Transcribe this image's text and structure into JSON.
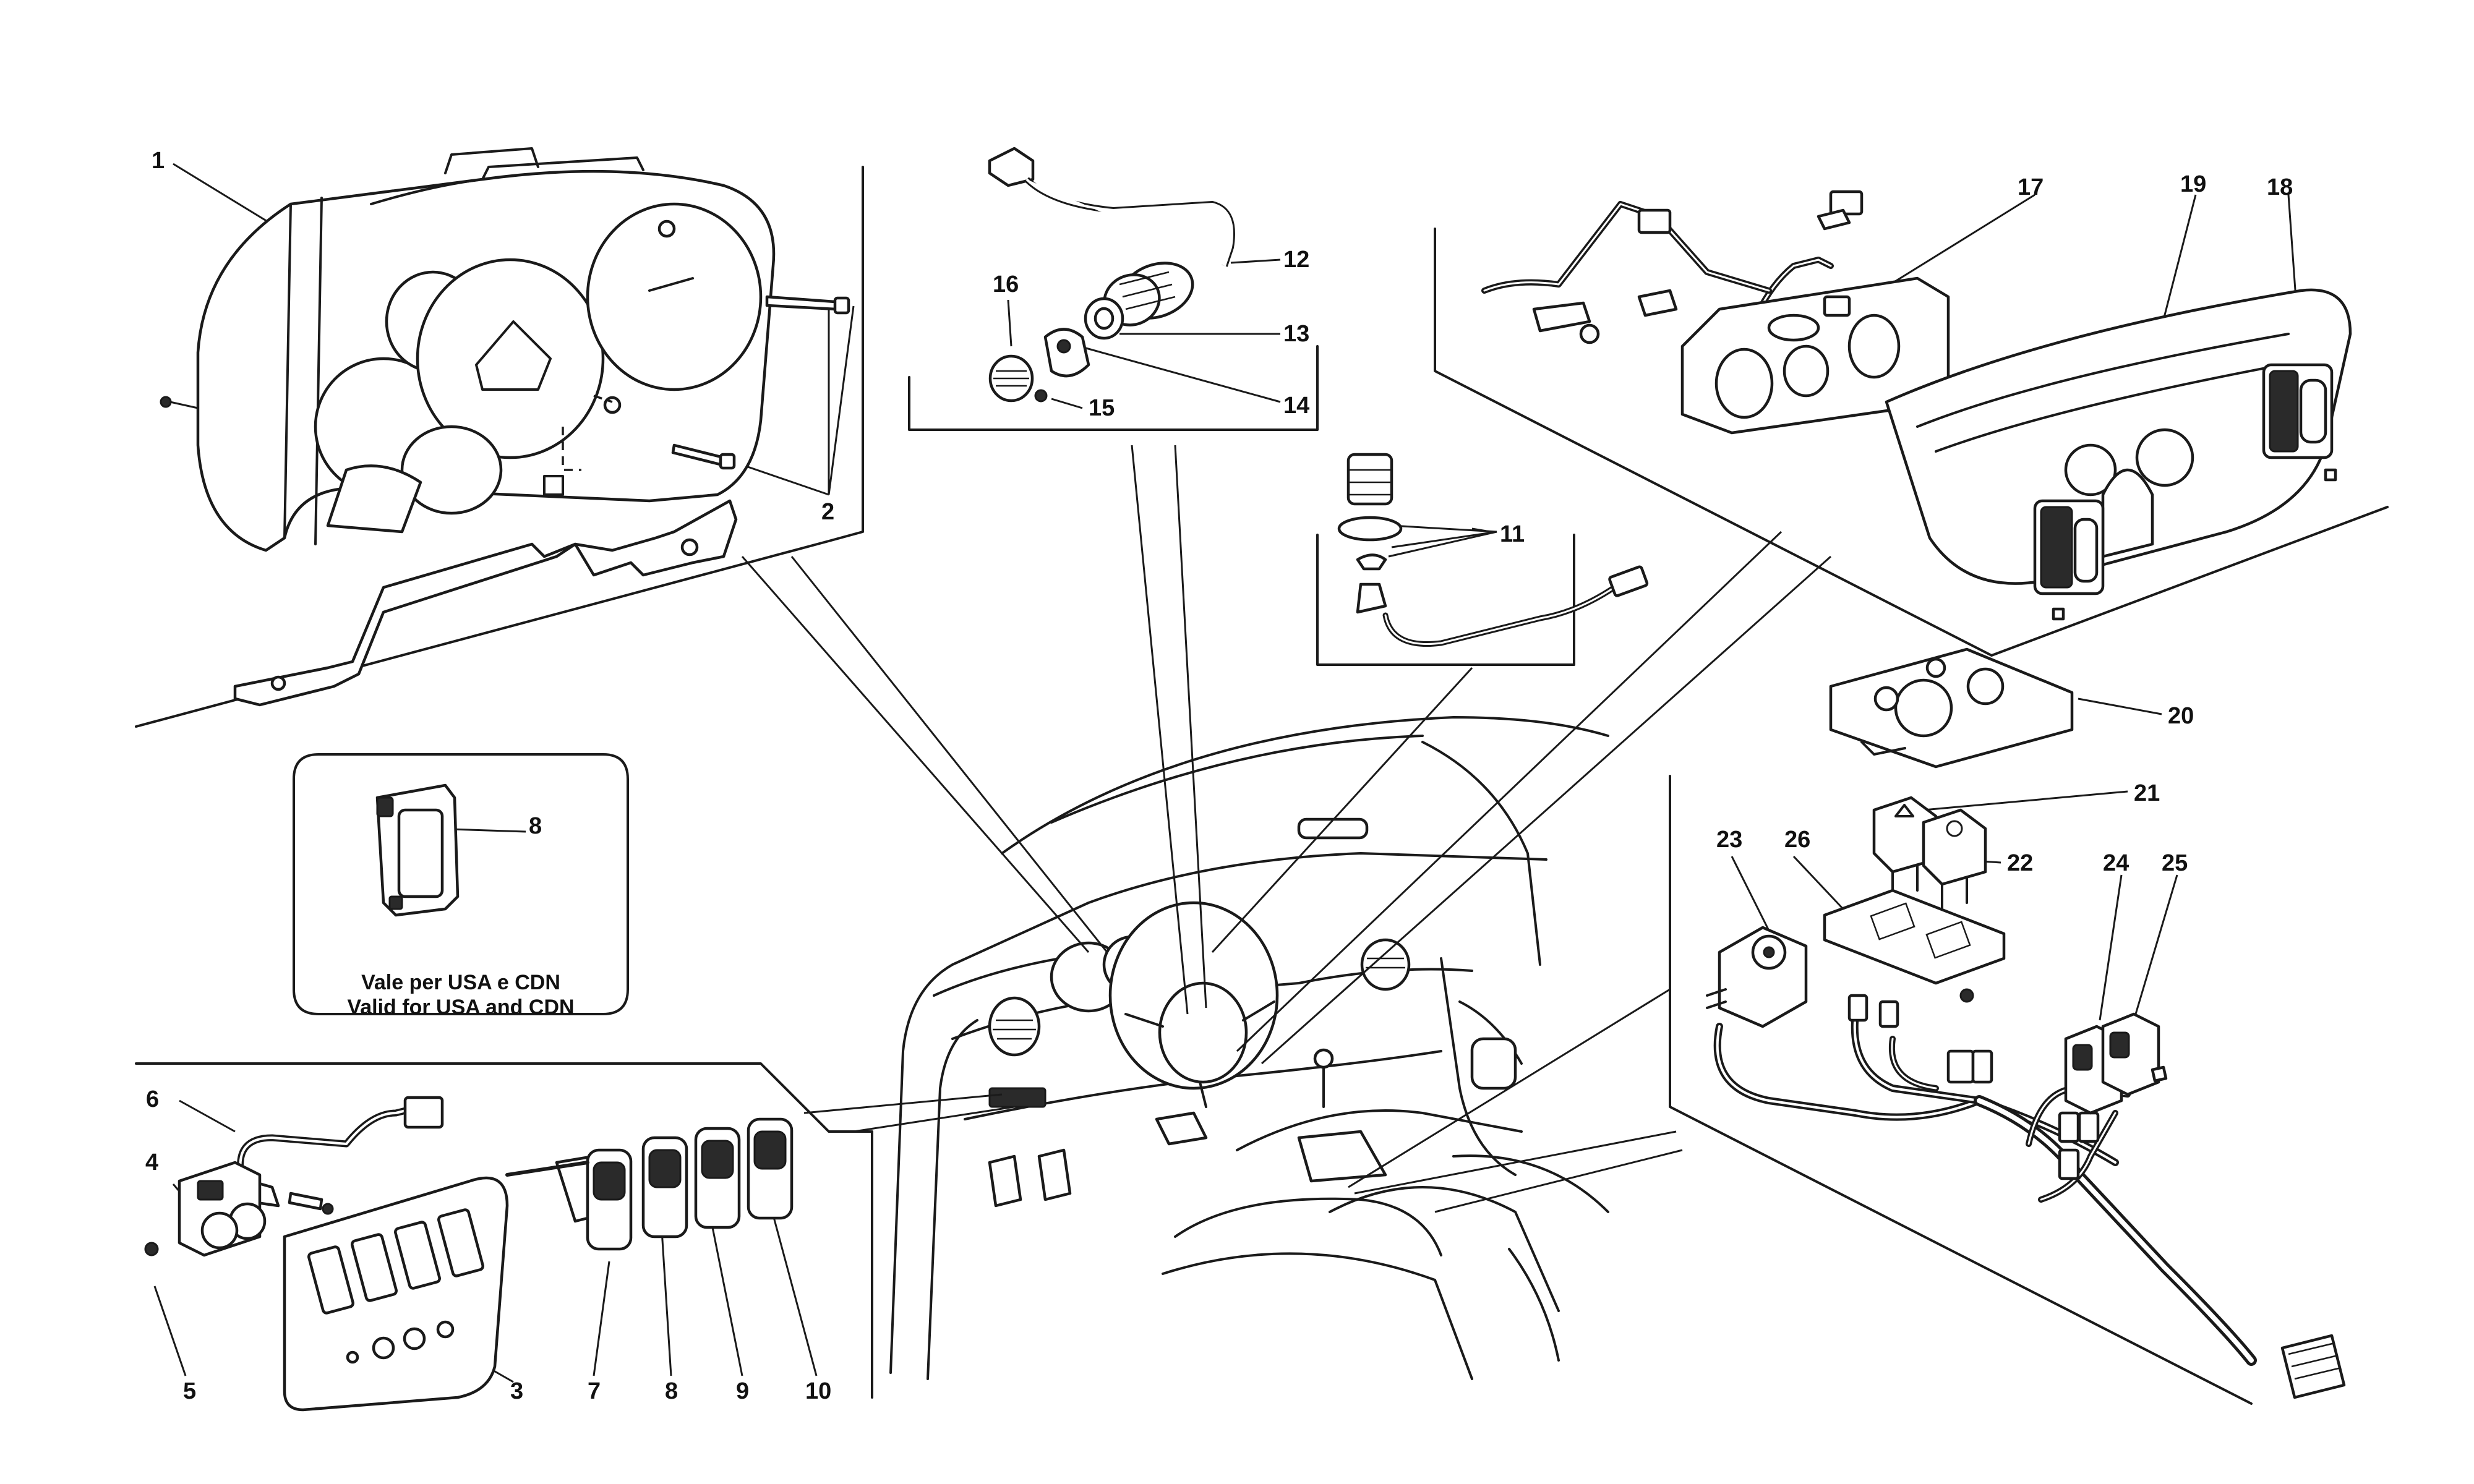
{
  "diagram": {
    "callouts": {
      "c1": "1",
      "c2": "2",
      "c3": "3",
      "c4": "4",
      "c5": "5",
      "c6": "6",
      "c7": "7",
      "c8_note": "8",
      "c8": "8",
      "c9": "9",
      "c10": "10",
      "c11": "11",
      "c12": "12",
      "c13": "13",
      "c14": "14",
      "c15": "15",
      "c16": "16",
      "c17": "17",
      "c18": "18",
      "c19": "19",
      "c20": "20",
      "c21": "21",
      "c22": "22",
      "c23": "23",
      "c24": "24",
      "c25": "25",
      "c26": "26"
    },
    "note": {
      "line1": "Vale per USA e CDN",
      "line2": "Valid for USA and CDN"
    }
  }
}
